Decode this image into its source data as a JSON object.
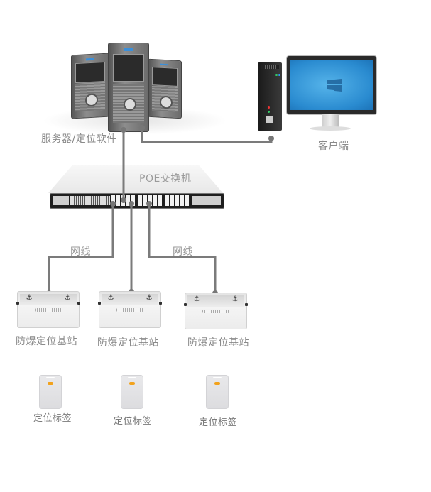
{
  "diagram": {
    "type": "network-topology",
    "nodes": {
      "server": {
        "label": "服务器/定位软件",
        "icon": "server-towers-icon"
      },
      "client": {
        "label": "客户端",
        "icon": "desktop-computer-icon"
      },
      "switch": {
        "label": "POE交换机",
        "icon": "network-switch-icon"
      },
      "base_stations": [
        {
          "label": "防爆定位基站",
          "icon": "base-station-icon"
        },
        {
          "label": "防爆定位基站",
          "icon": "base-station-icon"
        },
        {
          "label": "防爆定位基站",
          "icon": "base-station-icon"
        }
      ],
      "tags": [
        {
          "label": "定位标签",
          "icon": "locator-tag-icon"
        },
        {
          "label": "定位标签",
          "icon": "locator-tag-icon"
        },
        {
          "label": "定位标签",
          "icon": "locator-tag-icon"
        }
      ]
    },
    "edges": [
      {
        "from": "server",
        "to": "client"
      },
      {
        "from": "server",
        "to": "switch"
      },
      {
        "from": "switch",
        "to": "base_station_1",
        "label": "网线"
      },
      {
        "from": "switch",
        "to": "base_station_2"
      },
      {
        "from": "switch",
        "to": "base_station_3",
        "label": "网线"
      }
    ],
    "cable_label": "网线",
    "colors": {
      "wire": "#7b7b7b",
      "label": "#8a8a8a",
      "tag_button": "#f2a21c",
      "screen": "#2a8bd0"
    }
  }
}
